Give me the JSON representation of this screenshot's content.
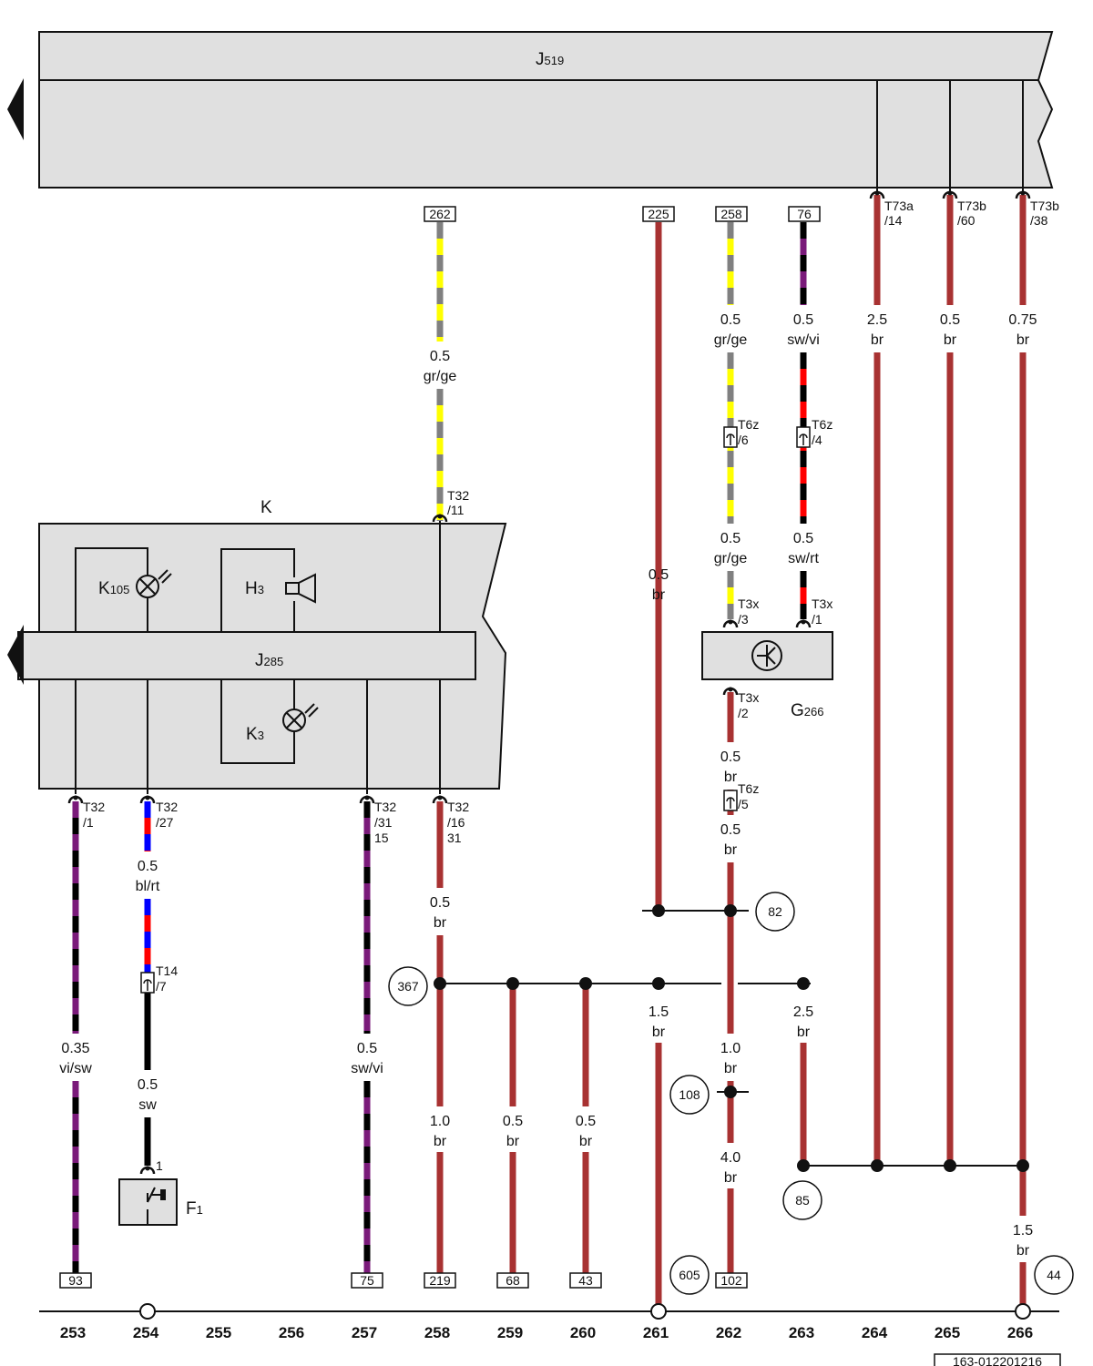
{
  "components": {
    "control_unit_j519": {
      "letter": "J",
      "sub": "519"
    },
    "instrument_cluster": "K",
    "control_unit_j285": {
      "letter": "J",
      "sub": "285"
    },
    "warning_lamp_k105": {
      "letter": "K",
      "sub": "105"
    },
    "buzzer_h3": {
      "letter": "H",
      "sub": "3"
    },
    "warning_lamp_k3": {
      "letter": "K",
      "sub": "3"
    },
    "sensor_g266": {
      "letter": "G",
      "sub": "266"
    },
    "switch_f1": {
      "letter": "F",
      "sub": "1"
    }
  },
  "connectors": {
    "t73a_14": {
      "l1": "T73a",
      "l2": "/14"
    },
    "t73b_60": {
      "l1": "T73b",
      "l2": "/60"
    },
    "t73b_38": {
      "l1": "T73b",
      "l2": "/38"
    },
    "t32_11": {
      "l1": "T32",
      "l2": "/11"
    },
    "t6z_6": {
      "l1": "T6z",
      "l2": "/6"
    },
    "t6z_4": {
      "l1": "T6z",
      "l2": "/4"
    },
    "t3x_3": {
      "l1": "T3x",
      "l2": "/3"
    },
    "t3x_1": {
      "l1": "T3x",
      "l2": "/1"
    },
    "t3x_2": {
      "l1": "T3x",
      "l2": "/2"
    },
    "t6z_5": {
      "l1": "T6z",
      "l2": "/5"
    },
    "t32_1": {
      "l1": "T32",
      "l2": "/1",
      "l3": ""
    },
    "t32_27": {
      "l1": "T32",
      "l2": "/27",
      "l3": ""
    },
    "t32_31": {
      "l1": "T32",
      "l2": "/31",
      "l3": "15"
    },
    "t32_16": {
      "l1": "T32",
      "l2": "/16",
      "l3": "31"
    },
    "t14_7": {
      "l1": "T14",
      "l2": "/7"
    },
    "f1_pin": "1"
  },
  "wires": [
    {
      "size": "0.5",
      "color": "gr/ge"
    },
    {
      "size": "0.5",
      "color": "gr/ge"
    },
    {
      "size": "0.5",
      "color": "sw/vi"
    },
    {
      "size": "2.5",
      "color": "br"
    },
    {
      "size": "0.5",
      "color": "br"
    },
    {
      "size": "0.75",
      "color": "br"
    },
    {
      "size": "0.5",
      "color": "br"
    },
    {
      "size": "0.5",
      "color": "gr/ge"
    },
    {
      "size": "0.5",
      "color": "sw/rt"
    },
    {
      "size": "0.5",
      "color": "br"
    },
    {
      "size": "0.5",
      "color": "br"
    },
    {
      "size": "0.5",
      "color": "bl/rt"
    },
    {
      "size": "0.5",
      "color": "br"
    },
    {
      "size": "1.5",
      "color": "br"
    },
    {
      "size": "2.5",
      "color": "br"
    },
    {
      "size": "0.35",
      "color": "vi/sw"
    },
    {
      "size": "0.5",
      "color": "sw/vi"
    },
    {
      "size": "1.0",
      "color": "br"
    },
    {
      "size": "0.5",
      "color": "sw"
    },
    {
      "size": "1.0",
      "color": "br"
    },
    {
      "size": "0.5",
      "color": "br"
    },
    {
      "size": "0.5",
      "color": "br"
    },
    {
      "size": "4.0",
      "color": "br"
    },
    {
      "size": "1.5",
      "color": "br"
    }
  ],
  "top_refs": [
    "262",
    "225",
    "258",
    "76"
  ],
  "bottom_refs": [
    "93",
    "75",
    "219",
    "68",
    "43",
    "102"
  ],
  "circle_refs": [
    "82",
    "367",
    "108",
    "85",
    "605",
    "44"
  ],
  "columns": [
    "253",
    "254",
    "255",
    "256",
    "257",
    "258",
    "259",
    "260",
    "261",
    "262",
    "263",
    "264",
    "265",
    "266"
  ],
  "diagram_id": "163-012201216",
  "wire_colors": {
    "br": "#a83232",
    "gr": "#808080",
    "ge": "#ffff00",
    "sw": "#000000",
    "vi": "#7a1a7a",
    "rt": "#ff0000",
    "bl": "#0000ff"
  }
}
